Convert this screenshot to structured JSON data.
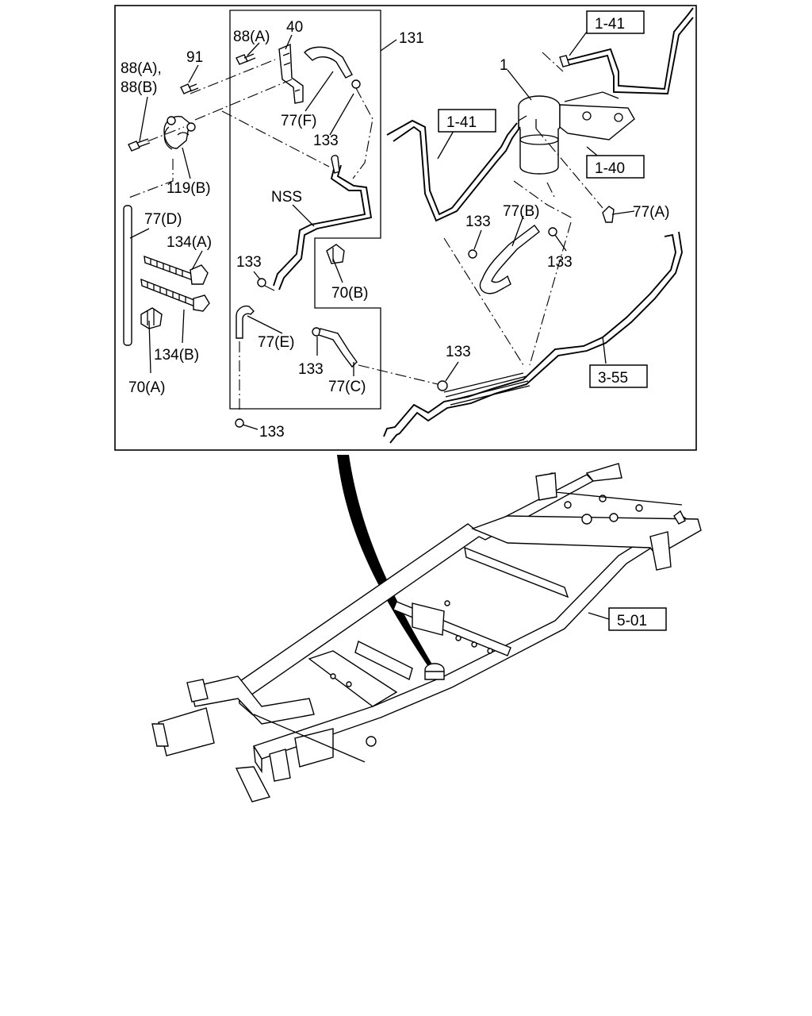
{
  "callouts": {
    "c88a_top": "88(A)",
    "c40": "40",
    "c131": "131",
    "c88ab_a": "88(A),",
    "c88ab_b": "88(B)",
    "c91": "91",
    "c77f": "77(F)",
    "c133_f": "133",
    "c1": "1",
    "c119b": "119(B)",
    "nss": "NSS",
    "c77d": "77(D)",
    "c134a": "134(A)",
    "c133_l": "133",
    "c70b": "70(B)",
    "c133_b": "133",
    "c77b": "77(B)",
    "c77a": "77(A)",
    "c133_r": "133",
    "c77e": "77(E)",
    "c134b": "134(B)",
    "c133_e": "133",
    "c77c": "77(C)",
    "c70a": "70(A)",
    "c133_m": "133",
    "c133_bot": "133"
  },
  "refs": {
    "r141_top": "1-41",
    "r141_mid": "1-41",
    "r140": "1-40",
    "r355": "3-55",
    "r501": "5-01"
  }
}
